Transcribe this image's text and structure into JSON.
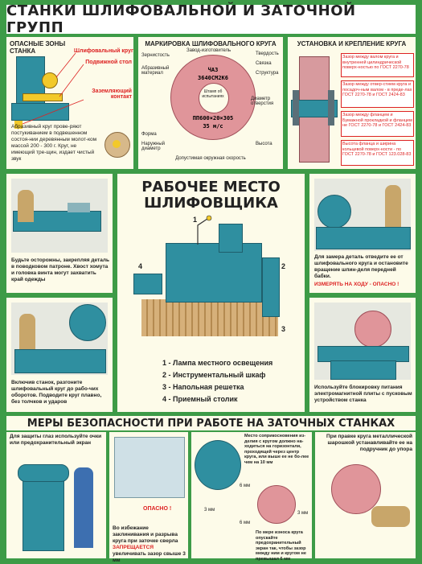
{
  "title": "СТАНКИ ШЛИФОВАЛЬНОЙ И ЗАТОЧНОЙ ГРУПП",
  "panel_zones": {
    "heading": "ОПАСНЫЕ ЗОНЫ СТАНКА",
    "labels": [
      "Шлифовальный круг",
      "Подвижной стол",
      "Заземляющий контакт"
    ],
    "text": "Абразивный круг прове-ряют постукиванием в подвешенном состоя-нии деревянным молот-ком массой 200 - 300 г. Круг, не имеющий тре-щин, издает чистый звук"
  },
  "panel_marking": {
    "heading": "МАРКИРОВКА ШЛИФОВАЛЬНОГО КРУГА",
    "left_labels": [
      "Зернистость",
      "Абразивный материал",
      "Форма",
      "Наружный диаметр"
    ],
    "top_labels": [
      "Завод-изготовитель",
      "Твердость",
      "Связка",
      "Структура",
      "Диаметр отверстия",
      "Высота"
    ],
    "bottom_label": "Допустимая окружная скорость",
    "wheel_line1": "ЧАЗ",
    "wheel_line2": "3640СМ2К6",
    "wheel_stamp": "Штамп об испытаниях",
    "wheel_line3": "ПП600×20×305",
    "wheel_line4": "35 м/с"
  },
  "panel_mount": {
    "heading": "УСТАНОВКА И КРЕПЛЕНИЕ КРУГА",
    "notes": [
      "Зазор между валом круга и внутренней цилиндрической поверх-ностью по ГОСТ 2270-78",
      "Зазор между отвер-стием круга и посадоч-ным валом - в преде-лах ГОСТ 2270-78 и ГОСТ 2424-83",
      "Зазор между фланцем и Бумажной прокладкой и фланцем не ГОСТ 2270-78 и ГОСТ 2424-83",
      "Высота фланца и ширина кольцевой поверх-ности - по ГОСТ 2270-78 и ГОСТ 123.028-83"
    ]
  },
  "panel_careful": {
    "text": "Будьте осторожны, закрепляя деталь в поводковом патроне. Хвост хомута и головка винта могут захватить край одежды"
  },
  "center": {
    "title_line1": "РАБОЧЕЕ МЕСТО",
    "title_line2": "ШЛИФОВЩИКА",
    "markers": [
      "1",
      "2",
      "3",
      "4"
    ],
    "legend": [
      {
        "num": "1",
        "text": "Лампа местного освещения"
      },
      {
        "num": "2",
        "text": "Инструментальный шкаф"
      },
      {
        "num": "3",
        "text": "Напольная решетка"
      },
      {
        "num": "4",
        "text": "Приемный столик"
      }
    ]
  },
  "panel_measure": {
    "text": "Для замера деталь отведите ее от шлифовального круга и остановите вращение шпин-деля передней бабки.",
    "warning": "ИЗМЕРЯТЬ НА ХОДУ - ОПАСНО !"
  },
  "panel_start": {
    "text": "Включив станок, разгоните шлифовальный круг до рабо-чих оборотов. Подводите круг плавно, без толчков и ударов"
  },
  "panel_block": {
    "text": "Используйте блокировку питания электромагнитной плиты с пусковым устройством станка"
  },
  "bottom": {
    "heading": "МЕРЫ БЕЗОПАСНОСТИ ПРИ РАБОТЕ НА ЗАТОЧНЫХ СТАНКАХ",
    "b1": "Для защиты глаз используйте очки или предохранительный экран",
    "b2_warning": "ОПАСНО !",
    "b2_text_a": "Во избежание заклинивания и разрыва круга при заточке сверла ",
    "b2_text_red": "ЗАПРЕЩАЕТСЯ",
    "b2_text_b": " увеличивать зазор свыше 3 мм",
    "b3_top": "Место соприкосновения из-делия с кругом должно на-ходиться на горизонтали, проходящей через центр круга, или выше ее не бо-лее чем на 10 мм",
    "gaps": [
      "6 мм",
      "3 мм",
      "3 мм",
      "6 мм"
    ],
    "b3_bottom": "По мере износа круга опускайте предохранительный экран так, чтобы зазор между ним и кругом не превышал 6 мм",
    "b4": "При правке круга металлической шарошкой устанавливайте ее на подручник до упора"
  }
}
